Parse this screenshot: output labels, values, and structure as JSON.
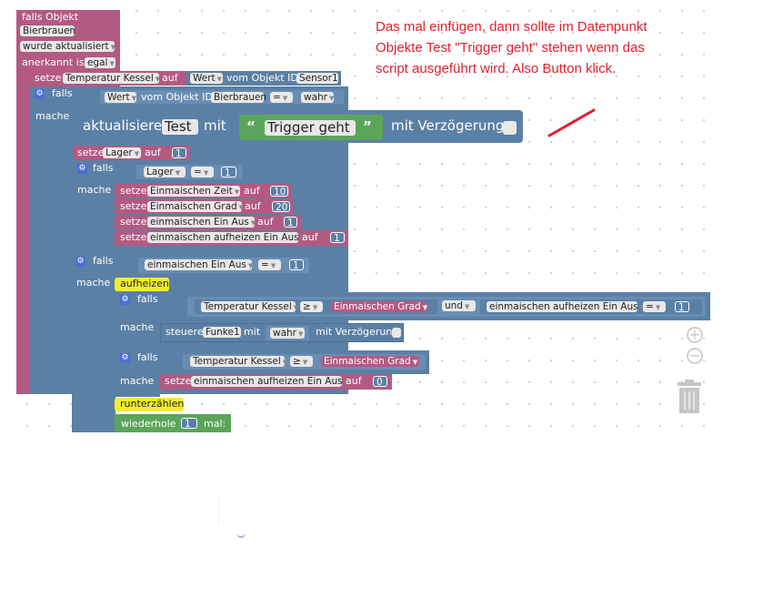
{
  "annotation": {
    "text": "Das mal einfügen, dann sollte im Datenpunkt Objekte Test \"Trigger geht\" stehen wenn das script ausgeführt wird. Also Button klick."
  },
  "trigger": {
    "label": "falls Objekt",
    "object": "Bierbrauen",
    "event": "wurde aktualisiert",
    "ack_label": "anerkannt ist",
    "ack_value": "egal"
  },
  "set_temp": {
    "label": "setze",
    "var": "Temperatur Kessel",
    "to": "auf",
    "value": "Wert",
    "of": "vom Objekt ID",
    "id": "Sensor1"
  },
  "if1": {
    "label": "falls",
    "value": "Wert",
    "of": "vom Objekt ID",
    "id": "Bierbrauen",
    "op": "=",
    "bool": "wahr",
    "do": "mache"
  },
  "update": {
    "label": "aktualisiere",
    "target": "Test",
    "with": "mit",
    "text": "Trigger geht",
    "delay": "mit Verzögerung"
  },
  "set_lager": {
    "label": "setze",
    "var": "Lager",
    "to": "auf",
    "value": "1"
  },
  "if2": {
    "label": "falls",
    "var": "Lager",
    "op": "=",
    "value": "1",
    "do": "mache",
    "sets": [
      {
        "label": "setze",
        "var": "Einmaischen Zeit",
        "to": "auf",
        "value": "10"
      },
      {
        "label": "setze",
        "var": "Einmaischen Grad",
        "to": "auf",
        "value": "20"
      },
      {
        "label": "setze",
        "var": "einmaischen Ein Aus",
        "to": "auf",
        "value": "1"
      },
      {
        "label": "setze",
        "var": "einmaischen aufheizen Ein Aus",
        "to": "auf",
        "value": "1"
      }
    ]
  },
  "if3": {
    "label": "falls",
    "var": "einmaischen Ein Aus",
    "op": "=",
    "value": "1",
    "do": "mache",
    "comment": "aufheizen"
  },
  "if4": {
    "label": "falls",
    "left": "Temperatur Kessel",
    "op": "≥",
    "right": "Einmaischen Grad",
    "and": "und",
    "var2": "einmaischen aufheizen Ein Aus",
    "op2": "=",
    "value2": "1",
    "do": "mache"
  },
  "control": {
    "label": "steuere",
    "target": "Funke1",
    "with": "mit",
    "value": "wahr",
    "delay": "mit Verzögerung"
  },
  "if5": {
    "label": "falls",
    "left": "Temperatur Kessel",
    "op": "≥",
    "right": "Einmaischen Grad",
    "do": "mache"
  },
  "set_heat": {
    "label": "setze",
    "var": "einmaischen aufheizen Ein Aus",
    "to": "auf",
    "value": "0"
  },
  "countdown": {
    "comment": "runterzählen"
  },
  "repeat": {
    "label": "wiederhole",
    "value": "1",
    "times": "mal:"
  },
  "colors": {
    "event_block": "#b35a82",
    "logic_block": "#5b80a5",
    "comment": "#f2ee2c",
    "loop_block": "#5ba55b",
    "annotation": "#e0202e"
  },
  "icons": {
    "gear": "gear-icon",
    "zoom_in": "zoom-in-icon",
    "zoom_out": "zoom-out-icon",
    "trash": "trash-icon"
  }
}
